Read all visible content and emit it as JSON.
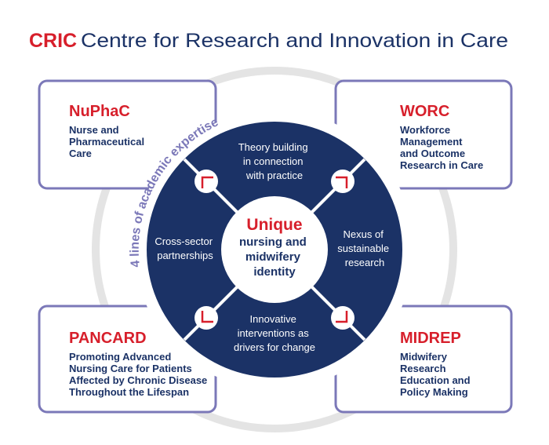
{
  "header": {
    "acronym": "CRIC",
    "title": "Centre for Research and Innovation in Care"
  },
  "arc_label": "4 lines of academic expertise",
  "center": {
    "title": "Unique",
    "lines": [
      "nursing and",
      "midwifery",
      "identity"
    ]
  },
  "segments": {
    "top": [
      "Theory building",
      "in connection",
      "with practice"
    ],
    "right": [
      "Nexus of",
      "sustainable",
      "research"
    ],
    "bottom": [
      "Innovative",
      "interventions as",
      "drivers for change"
    ],
    "left": [
      "Cross-sector",
      "partnerships"
    ]
  },
  "boxes": {
    "nuphac": {
      "name": "NuPhaC",
      "lines": [
        "Nurse and",
        "Pharmaceutical",
        "Care"
      ]
    },
    "worc": {
      "name": "WORC",
      "lines": [
        "Workforce",
        "Management",
        "and Outcome",
        "Research in Care"
      ]
    },
    "pancard": {
      "name": "PANCARD",
      "lines": [
        "Promoting Advanced",
        "Nursing Care for Patients",
        "Affected by Chronic Disease",
        "Throughout the Lifespan"
      ]
    },
    "midrep": {
      "name": "MIDREP",
      "lines": [
        "Midwifery",
        "Research",
        "Education and",
        "Policy Making"
      ]
    }
  },
  "colors": {
    "navy": "#1b3266",
    "red": "#d71f2b",
    "purple": "#7b78b8",
    "ring": "#d9d9d9"
  }
}
